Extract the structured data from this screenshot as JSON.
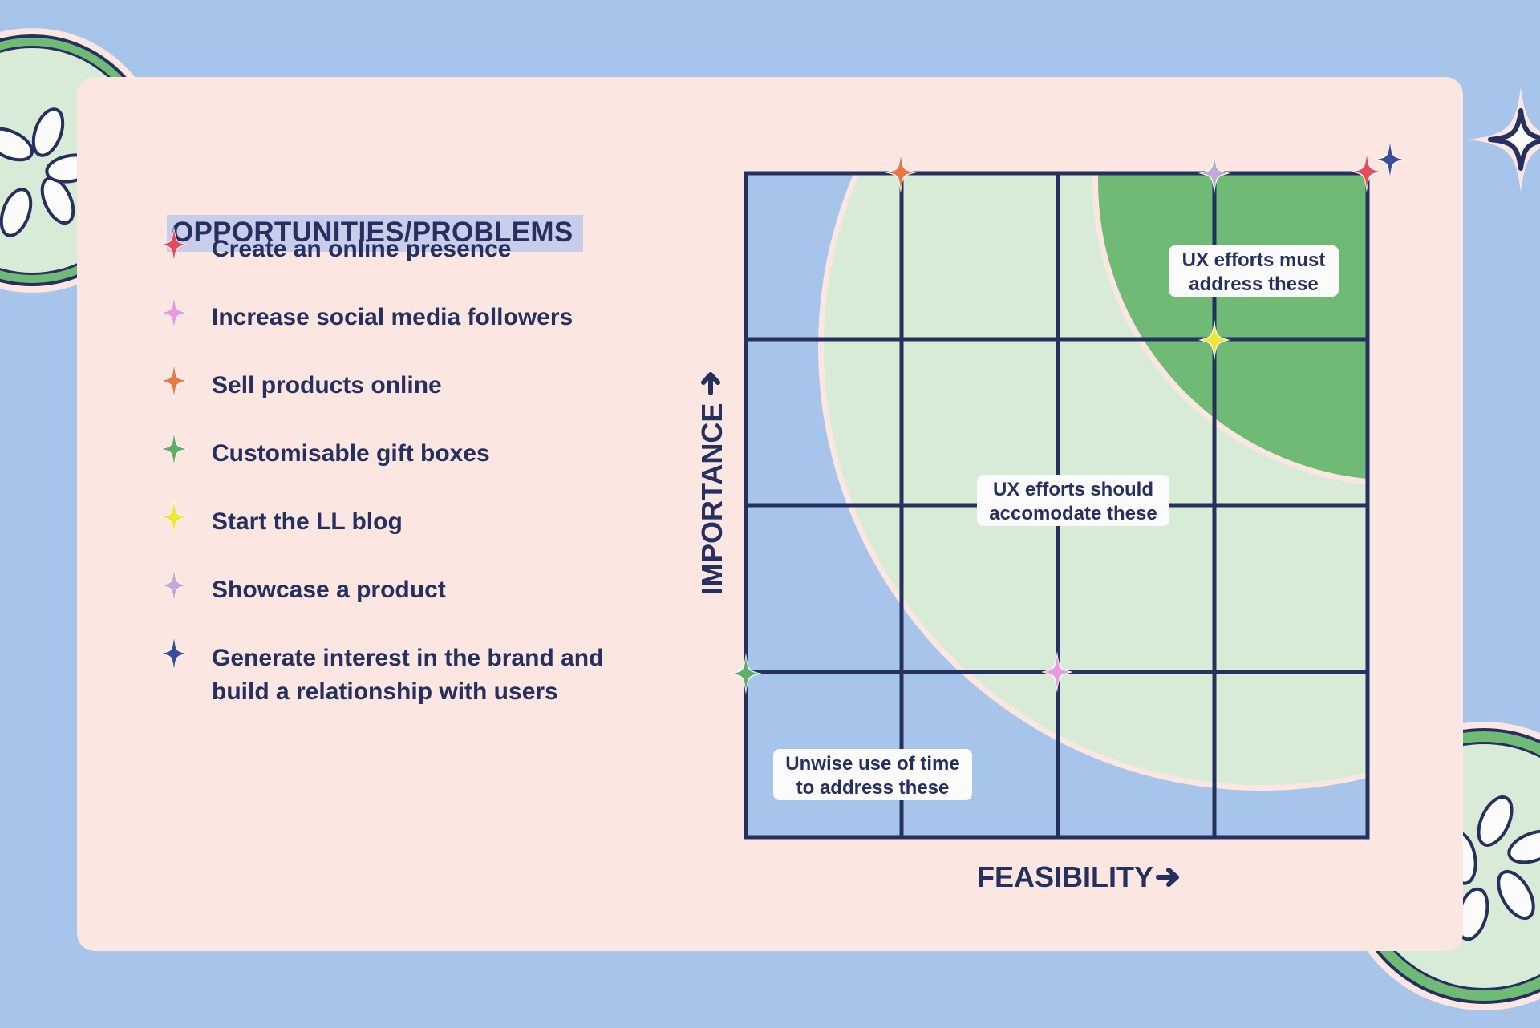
{
  "title": "OPPORTUNITIES/PROBLEMS",
  "colors": {
    "background": "#a7c4ea",
    "card": "#fbe6e2",
    "navy": "#25305f",
    "light_green": "#d8ebd7",
    "dark_green": "#6fba75"
  },
  "legend": [
    {
      "label": "Create an online presence",
      "color": "#e94a5a",
      "icon": "four-point-star-icon"
    },
    {
      "label": "Increase social media followers",
      "color": "#e99be0",
      "icon": "four-point-star-icon"
    },
    {
      "label": "Sell products online",
      "color": "#e9774a",
      "icon": "four-point-star-icon"
    },
    {
      "label": "Customisable gift boxes",
      "color": "#5fae6a",
      "icon": "four-point-star-icon"
    },
    {
      "label": "Start the LL blog",
      "color": "#f2e53a",
      "icon": "four-point-star-icon"
    },
    {
      "label": "Showcase a product",
      "color": "#c2a9d6",
      "icon": "four-point-star-icon"
    },
    {
      "label": "Generate interest in the brand and build a relationship with users",
      "color": "#3a4d9a",
      "icon": "four-point-star-icon"
    }
  ],
  "chart": {
    "x_label": "FEASIBILITY",
    "y_label": "IMPORTANCE",
    "zones": [
      {
        "id": "must",
        "lines": [
          "UX efforts must",
          "address these"
        ]
      },
      {
        "id": "should",
        "lines": [
          "UX efforts should",
          "accomodate these"
        ]
      },
      {
        "id": "unwise",
        "lines": [
          "Unwise use of time",
          "to address these"
        ]
      }
    ]
  }
}
